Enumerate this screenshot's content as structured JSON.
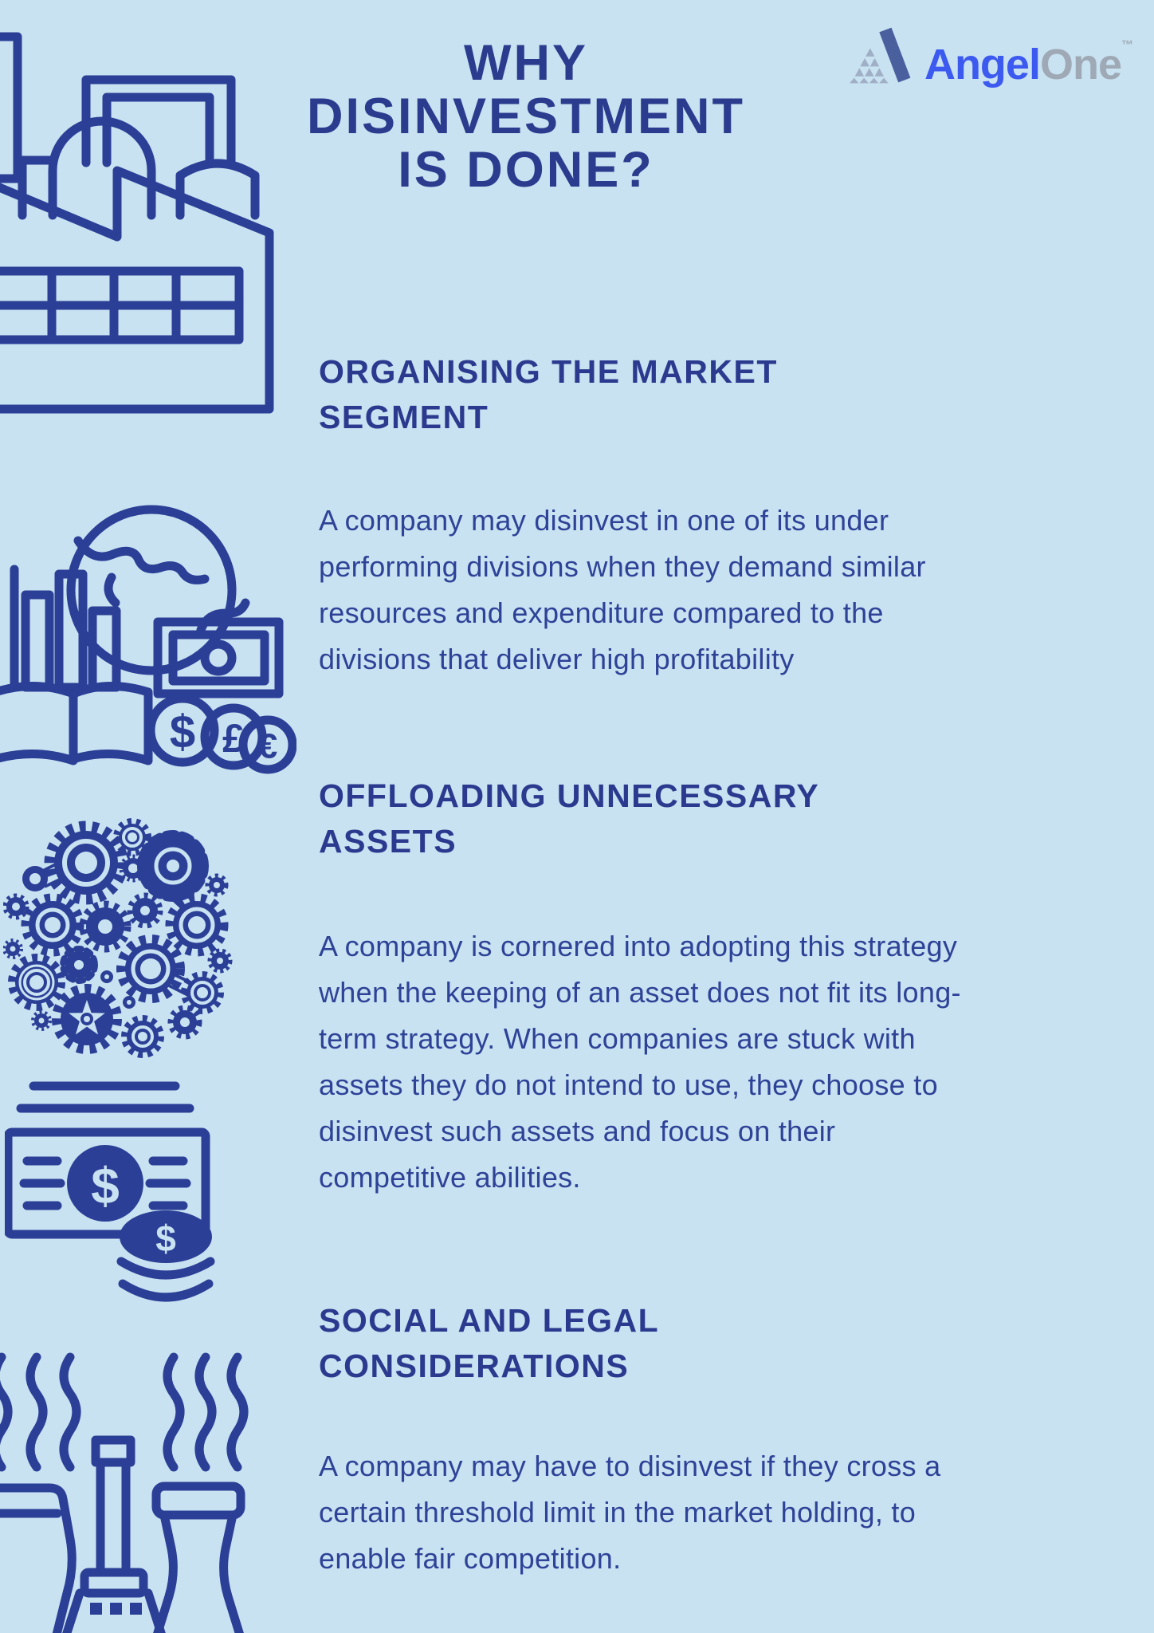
{
  "page": {
    "background": "#c8e2f1",
    "navy": "#2b3a8e",
    "body_text_color": "#2e4297",
    "icon_color": "#2b3f96"
  },
  "logo": {
    "brand_angel": "Angel",
    "brand_one": "One",
    "trademark": "™",
    "angel_color": "#3d5af0",
    "one_color": "#9fa9b6"
  },
  "title": {
    "lines": [
      "WHY",
      "DISINVESTMENT",
      "IS DONE?"
    ]
  },
  "sections": [
    {
      "icon": "global-economy-icon",
      "heading_lines": [
        "ORGANISING THE MARKET",
        "SEGMENT"
      ],
      "body_lines": [
        "A company may disinvest in one of its under",
        "performing divisions when they demand similar",
        "resources and expenditure compared to the",
        "divisions that deliver high profitability"
      ]
    },
    {
      "icon": "gears-icon",
      "heading_lines": [
        "OFFLOADING UNNECESSARY",
        "ASSETS"
      ],
      "body_lines": [
        "A company is cornered into adopting this strategy",
        "when the keeping of an asset does not fit its long-",
        "term strategy. When companies are stuck with",
        "assets they do not intend to use, they choose to",
        "disinvest such assets and focus on their",
        "competitive abilities."
      ]
    },
    {
      "icon": "power-plant-icon",
      "heading_lines": [
        "SOCIAL AND LEGAL",
        "CONSIDERATIONS"
      ],
      "body_lines": [
        "A company may have to disinvest if they cross a",
        "certain threshold limit in the market holding, to",
        "enable fair competition."
      ]
    }
  ],
  "coin_symbols": {
    "dollar": "$",
    "pound": "£",
    "euro": "€"
  }
}
